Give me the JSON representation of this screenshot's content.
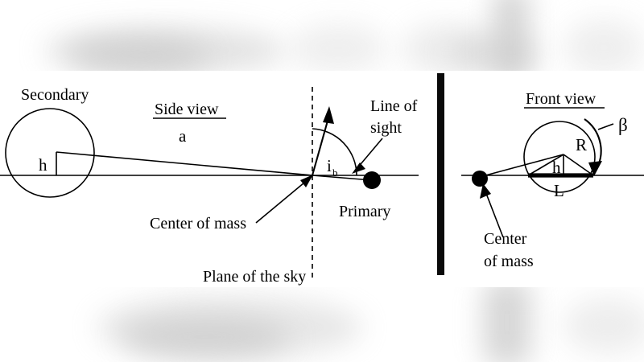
{
  "figure": {
    "kind": "binary-star-geometry-diagram",
    "panels": [
      {
        "id": "side-view",
        "title": "Side view",
        "labels": {
          "secondary": "Secondary",
          "primary": "Primary",
          "separation": "a",
          "height": "h",
          "inclination": "i",
          "inclination_sub": "b",
          "line_of_sight_1": "Line of",
          "line_of_sight_2": "sight",
          "center_of_mass": "Center of mass",
          "plane_of_sky": "Plane of the sky"
        }
      },
      {
        "id": "front-view",
        "title": "Front view",
        "labels": {
          "radius": "R",
          "height": "h",
          "chord": "L",
          "beta": "β",
          "center_of_mass_1": "Center",
          "center_of_mass_2": "of mass"
        }
      }
    ],
    "colors": {
      "ink": "#000000",
      "paper": "#ffffff",
      "divider": "#0a0a0a",
      "backdrop": "#c9c9c9"
    }
  }
}
